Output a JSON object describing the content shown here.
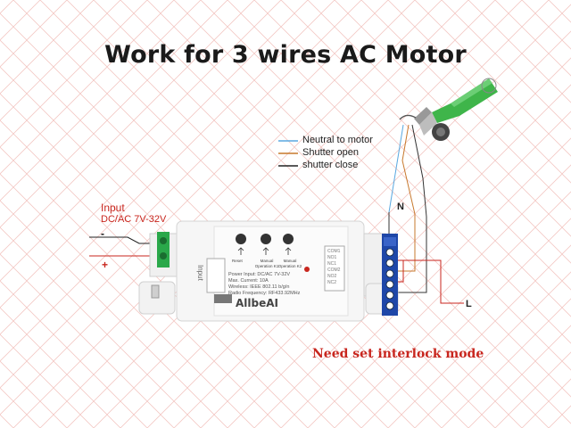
{
  "title": "Work for 3 wires AC Motor",
  "legend": [
    {
      "label": "Neutral to motor",
      "color": "#5aa8e0"
    },
    {
      "label": "Shutter open",
      "color": "#c7782c"
    },
    {
      "label": "shutter close",
      "color": "#222222"
    }
  ],
  "input": {
    "title": "Input",
    "voltage": "DC/AC 7V-32V",
    "minus": "-",
    "plus": "+"
  },
  "wires": {
    "neutral": "N",
    "line": "L"
  },
  "device": {
    "brand": "AllbeAI",
    "input_label": "Input",
    "buttons": [
      {
        "label": "Reset"
      },
      {
        "label": "Manual Operation K1"
      },
      {
        "label": "Manual Operation K2"
      }
    ],
    "specs": [
      "Power Input: DC/AC 7V-32V",
      "Max. Current: 10A",
      "Wireless: IEEE 802.11 b/g/n",
      "Radio Frequency: RF433.92MHz"
    ],
    "right_labels": [
      "COM1",
      "NO1",
      "NC1",
      "COM2",
      "NO2",
      "NC2"
    ]
  },
  "note": "Need set interlock mode",
  "colors": {
    "accent_red": "#c8261e",
    "terminal_blue": "#1f47a8",
    "terminal_green": "#2aa84a",
    "motor_green": "#3fb54a"
  }
}
